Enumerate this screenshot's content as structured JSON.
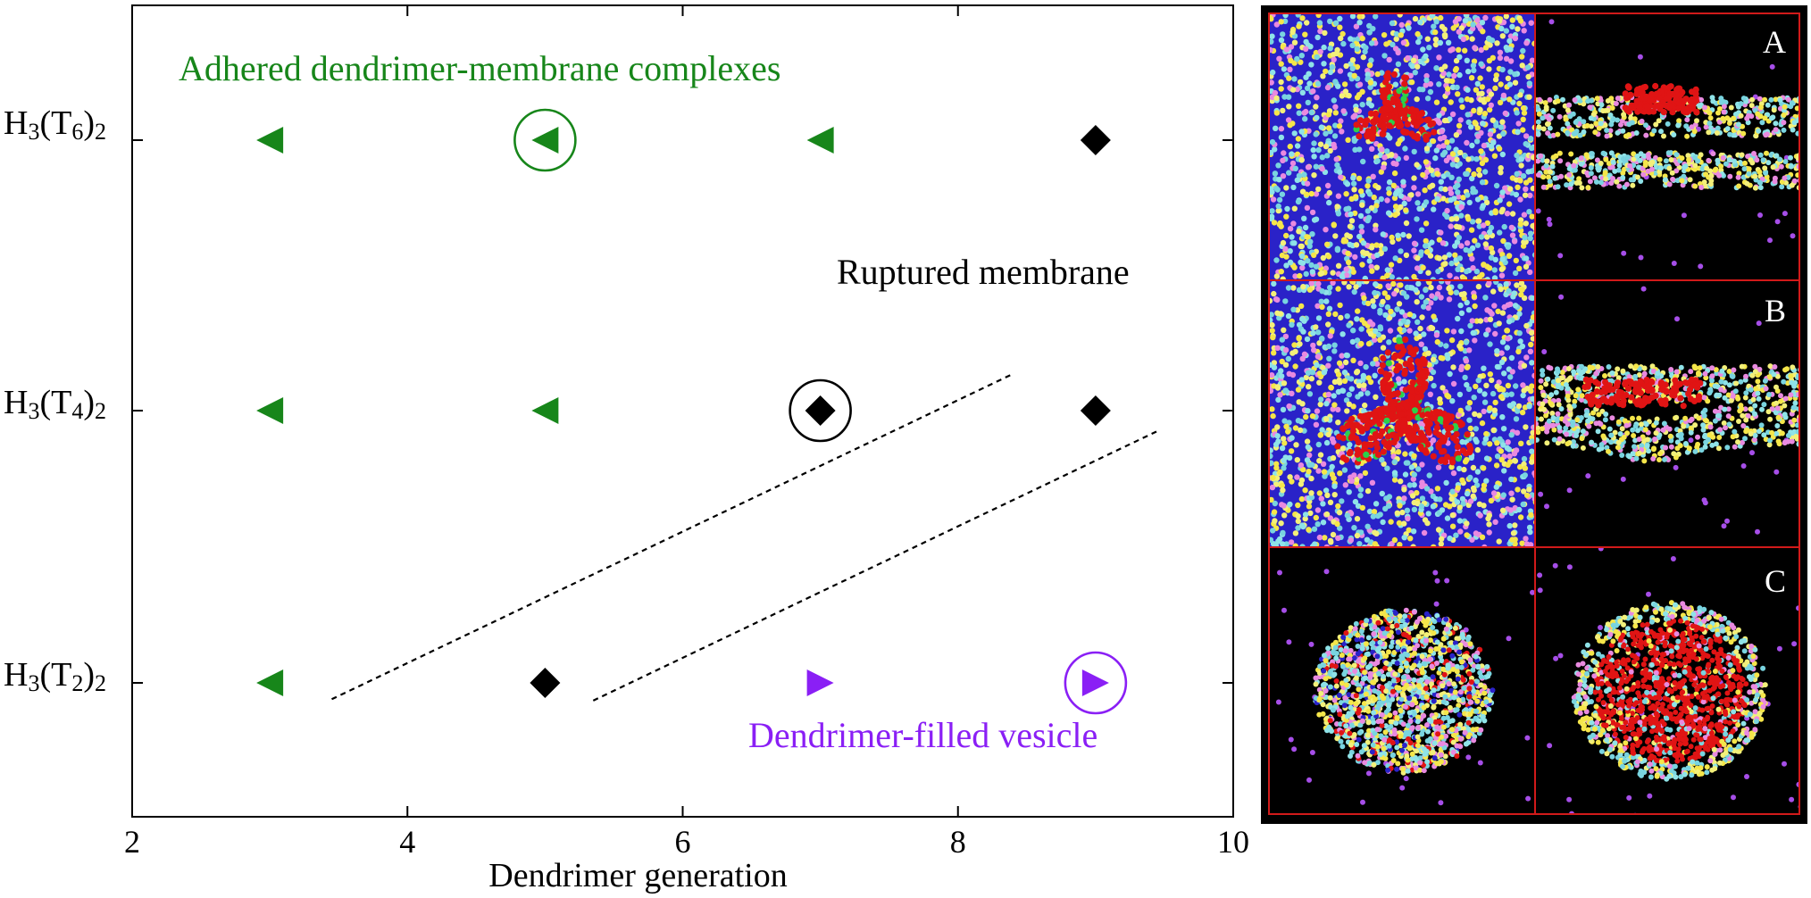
{
  "chart_data": {
    "type": "scatter",
    "xlabel": "Dendrimer generation",
    "xlim": [
      2,
      10
    ],
    "xticks": [
      "2",
      "4",
      "6",
      "8",
      "10"
    ],
    "ylabel": "",
    "categories": [
      "H3(T2)2",
      "H3(T4)2",
      "H3(T6)2"
    ],
    "y_tick_labels": [
      {
        "base": "H",
        "s1": "3",
        "mid": "(T",
        "s2": "2",
        "end": ")",
        "s3": "2"
      },
      {
        "base": "H",
        "s1": "3",
        "mid": "(T",
        "s2": "4",
        "end": ")",
        "s3": "2"
      },
      {
        "base": "H",
        "s1": "3",
        "mid": "(T",
        "s2": "6",
        "end": ")",
        "s3": "2"
      }
    ],
    "series": [
      {
        "name": "Adhered dendrimer-membrane complexes",
        "color": "#17861a",
        "marker": "triangle-left",
        "points": [
          {
            "x": 3,
            "y": "H3(T6)2"
          },
          {
            "x": 5,
            "y": "H3(T6)2",
            "circled": true
          },
          {
            "x": 7,
            "y": "H3(T6)2"
          },
          {
            "x": 3,
            "y": "H3(T4)2"
          },
          {
            "x": 5,
            "y": "H3(T4)2"
          },
          {
            "x": 3,
            "y": "H3(T2)2"
          }
        ]
      },
      {
        "name": "Ruptured membrane",
        "color": "#000000",
        "marker": "diamond",
        "points": [
          {
            "x": 9,
            "y": "H3(T6)2"
          },
          {
            "x": 7,
            "y": "H3(T4)2",
            "circled": true
          },
          {
            "x": 9,
            "y": "H3(T4)2"
          },
          {
            "x": 5,
            "y": "H3(T2)2"
          }
        ]
      },
      {
        "name": "Dendrimer-filled vesicle",
        "color": "#8a1ff5",
        "marker": "triangle-right",
        "points": [
          {
            "x": 7,
            "y": "H3(T2)2"
          },
          {
            "x": 9,
            "y": "H3(T2)2",
            "circled": true
          }
        ]
      }
    ],
    "boundaries": [
      {
        "from": {
          "x": 3.45,
          "y": 1.88
        },
        "to": {
          "x": 8.4,
          "y": 4.27
        }
      },
      {
        "from": {
          "x": 5.35,
          "y": 1.87
        },
        "to": {
          "x": 9.45,
          "y": 3.85
        }
      }
    ],
    "region_labels": [
      {
        "text": "Adhered dendrimer-membrane complexes",
        "color": "#17861a"
      },
      {
        "text": "Ruptured membrane",
        "color": "#000000"
      },
      {
        "text": "Dendrimer-filled vesicle",
        "color": "#8a1ff5"
      }
    ]
  },
  "panels": {
    "labels": [
      "A",
      "B",
      "C"
    ]
  }
}
